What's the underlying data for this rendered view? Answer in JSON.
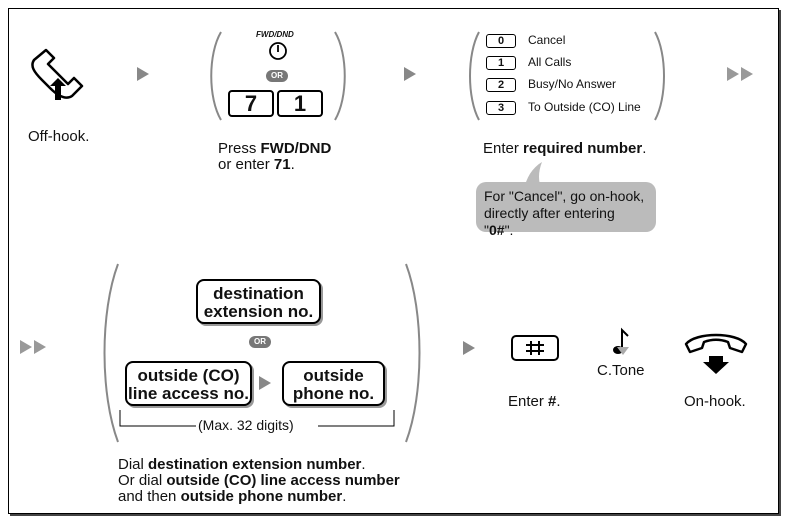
{
  "step1": {
    "label": "Off-hook."
  },
  "step2": {
    "fwd_key_label": "FWD/DND",
    "or": "OR",
    "digit1": "7",
    "digit2": "1",
    "caption_line1_prefix": "Press ",
    "caption_line1_bold": "FWD/DND",
    "caption_line2_prefix": "or enter ",
    "caption_line2_bold": "71",
    "caption_line2_suffix": "."
  },
  "step3": {
    "options": [
      {
        "key": "0",
        "label": "Cancel"
      },
      {
        "key": "1",
        "label": "All Calls"
      },
      {
        "key": "2",
        "label": "Busy/No Answer"
      },
      {
        "key": "3",
        "label": "To Outside (CO) Line"
      }
    ],
    "caption_prefix": "Enter ",
    "caption_bold": "required number",
    "caption_suffix": ".",
    "note_line1": "For \"Cancel\", go on-hook,",
    "note_line2_prefix": "directly after entering \"",
    "note_line2_bold": "0#",
    "note_line2_suffix": "\"."
  },
  "step4": {
    "dest_line1": "destination",
    "dest_line2": "extension no.",
    "or": "OR",
    "co_line1": "outside (CO)",
    "co_line2": "line access no.",
    "phone_line1": "outside",
    "phone_line2": "phone no.",
    "max_digits": "(Max. 32 digits)",
    "caption_line1_prefix": "Dial ",
    "caption_line1_bold": "destination extension number",
    "caption_line1_suffix": ".",
    "caption_line2_prefix": "Or dial ",
    "caption_line2_bold": "outside (CO) line access number",
    "caption_line3_prefix": "and then ",
    "caption_line3_bold": "outside phone number",
    "caption_line3_suffix": "."
  },
  "step5": {
    "caption_prefix": "Enter ",
    "caption_bold": "#",
    "caption_suffix": "."
  },
  "step6": {
    "label": "C.Tone"
  },
  "step7": {
    "label": "On-hook."
  }
}
